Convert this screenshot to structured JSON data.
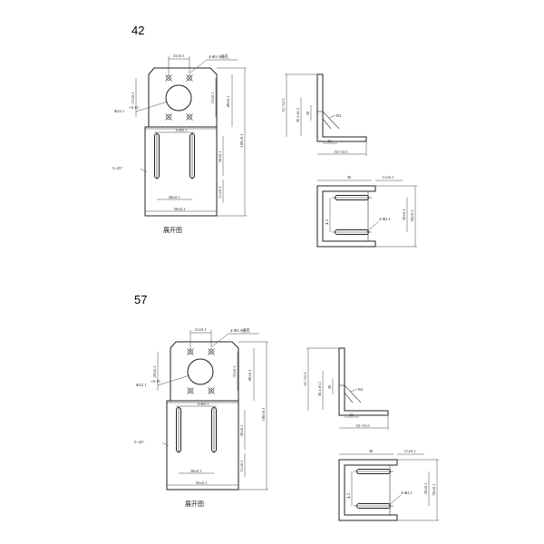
{
  "diagram_data": {
    "sections": [
      {
        "label": "42",
        "caption": "展开图",
        "flat": {
          "hole_spacing": "31±0.1",
          "hole_spec": "4-Φ3.5通孔",
          "center_hole": "Φ22.1",
          "center_tol": "+0.15",
          "left_offset": "21±0.1",
          "right_offset": "31±0.1",
          "upper_height": "49±0.1",
          "total_height": "100±0.1",
          "slot_width": "4-Φ2.1",
          "slot_length": "30±0.1",
          "chamfer": "5×45°",
          "slot_bottom": "11±0.1",
          "slot_spacing": "30±0.1",
          "total_width": "50±0.1"
        },
        "side": {
          "height": "51~51.5",
          "inner": "30.1±0.1",
          "depth": "20",
          "radius": "R2",
          "thickness": "13",
          "length": "53~53.5"
        },
        "bottom": {
          "slot_len": "30",
          "edge": "11±0.1",
          "slot_spec": "4-Φ2.1",
          "pitch": "4.2",
          "height": "30±0.1",
          "width": "50±0.1"
        }
      },
      {
        "label": "57",
        "caption": "展开图",
        "flat": {
          "hole_spacing": "31±0.1",
          "hole_spec": "4-Φ3.5通孔",
          "center_hole": "Φ22.1",
          "center_tol": "+0.15",
          "left_offset": "20±0.1",
          "right_offset": "31±0.1",
          "upper_height": "49±0.1",
          "total_height": "100±0.1",
          "slot_width": "4-Φ2.1",
          "slot_length": "30±0.1",
          "chamfer": "5×45°",
          "slot_bottom": "11±0.1",
          "slot_spacing": "30±0.1",
          "total_width": "50±0.1"
        },
        "side": {
          "height": "51~51.5",
          "inner": "30.1±0.1",
          "depth": "20",
          "radius": "R2",
          "thickness": "13",
          "length": "53~53.5"
        },
        "bottom": {
          "slot_len": "30",
          "edge": "11±0.1",
          "slot_spec": "4-Φ2.1",
          "pitch": "4.2",
          "height": "30±0.1",
          "width": "50±0.1"
        }
      }
    ]
  }
}
